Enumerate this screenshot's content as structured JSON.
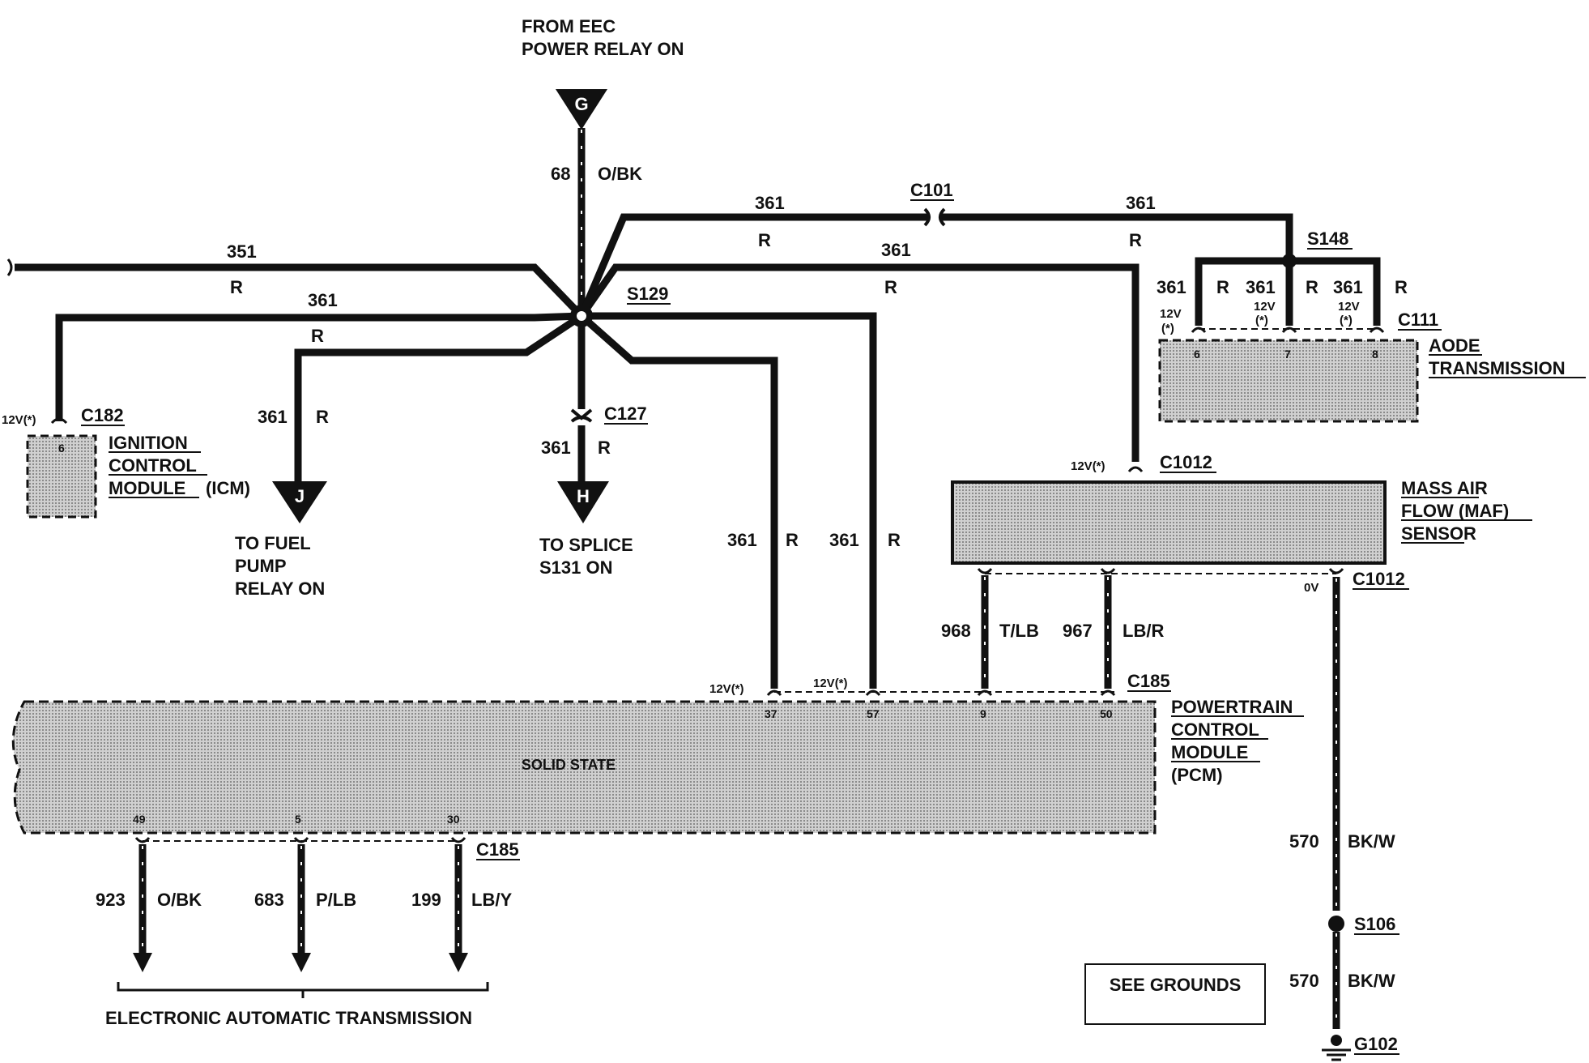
{
  "header": {
    "line1": "FROM EEC",
    "line2": "POWER RELAY ON"
  },
  "connector_g": "G",
  "connector_j": "J",
  "connector_h": "H",
  "wire_68": {
    "num": "68",
    "color": "O/BK"
  },
  "wire_361": "361",
  "color_r": "R",
  "wire_351": "351",
  "wire_968": {
    "num": "968",
    "color": "T/LB"
  },
  "wire_967": {
    "num": "967",
    "color": "LB/R"
  },
  "wire_570": {
    "num": "570",
    "color": "BK/W"
  },
  "wire_923": {
    "num": "923",
    "color": "O/BK"
  },
  "wire_683": {
    "num": "683",
    "color": "P/LB"
  },
  "wire_199": {
    "num": "199",
    "color": "LB/Y"
  },
  "connectors": {
    "c101": "C101",
    "s148": "S148",
    "s129": "S129",
    "c111": "C111",
    "c182": "C182",
    "c127": "C127",
    "c1012": "C1012",
    "c185": "C185",
    "s106": "S106",
    "g102": "G102"
  },
  "voltages": {
    "v12": "12V(*)",
    "v12_a": "12V",
    "v12_b": "(*)",
    "v0": "0V"
  },
  "pins": {
    "icm": "6",
    "aode_6": "6",
    "aode_7": "7",
    "aode_8": "8",
    "pcm_37": "37",
    "pcm_57": "57",
    "pcm_9": "9",
    "pcm_50": "50",
    "pcm_49": "49",
    "pcm_5": "5",
    "pcm_30": "30"
  },
  "icm": {
    "line1": "IGNITION",
    "line2": "CONTROL",
    "line3": "MODULE",
    "suffix": "(ICM)"
  },
  "aode": {
    "line1": "AODE",
    "line2": "TRANSMISSION"
  },
  "maf": {
    "line1": "MASS AIR",
    "line2": "FLOW (MAF)",
    "line3": "SENSOR"
  },
  "pcm": {
    "line1": "POWERTRAIN",
    "line2": "CONTROL",
    "line3": "MODULE",
    "line4": "(PCM)",
    "body": "SOLID STATE"
  },
  "fuel_pump": {
    "line1": "TO FUEL",
    "line2": "PUMP",
    "line3": "RELAY ON"
  },
  "splice": {
    "line1": "TO SPLICE",
    "line2": "S131 ON"
  },
  "eat": "ELECTRONIC AUTOMATIC TRANSMISSION",
  "see_grounds": "SEE GROUNDS"
}
